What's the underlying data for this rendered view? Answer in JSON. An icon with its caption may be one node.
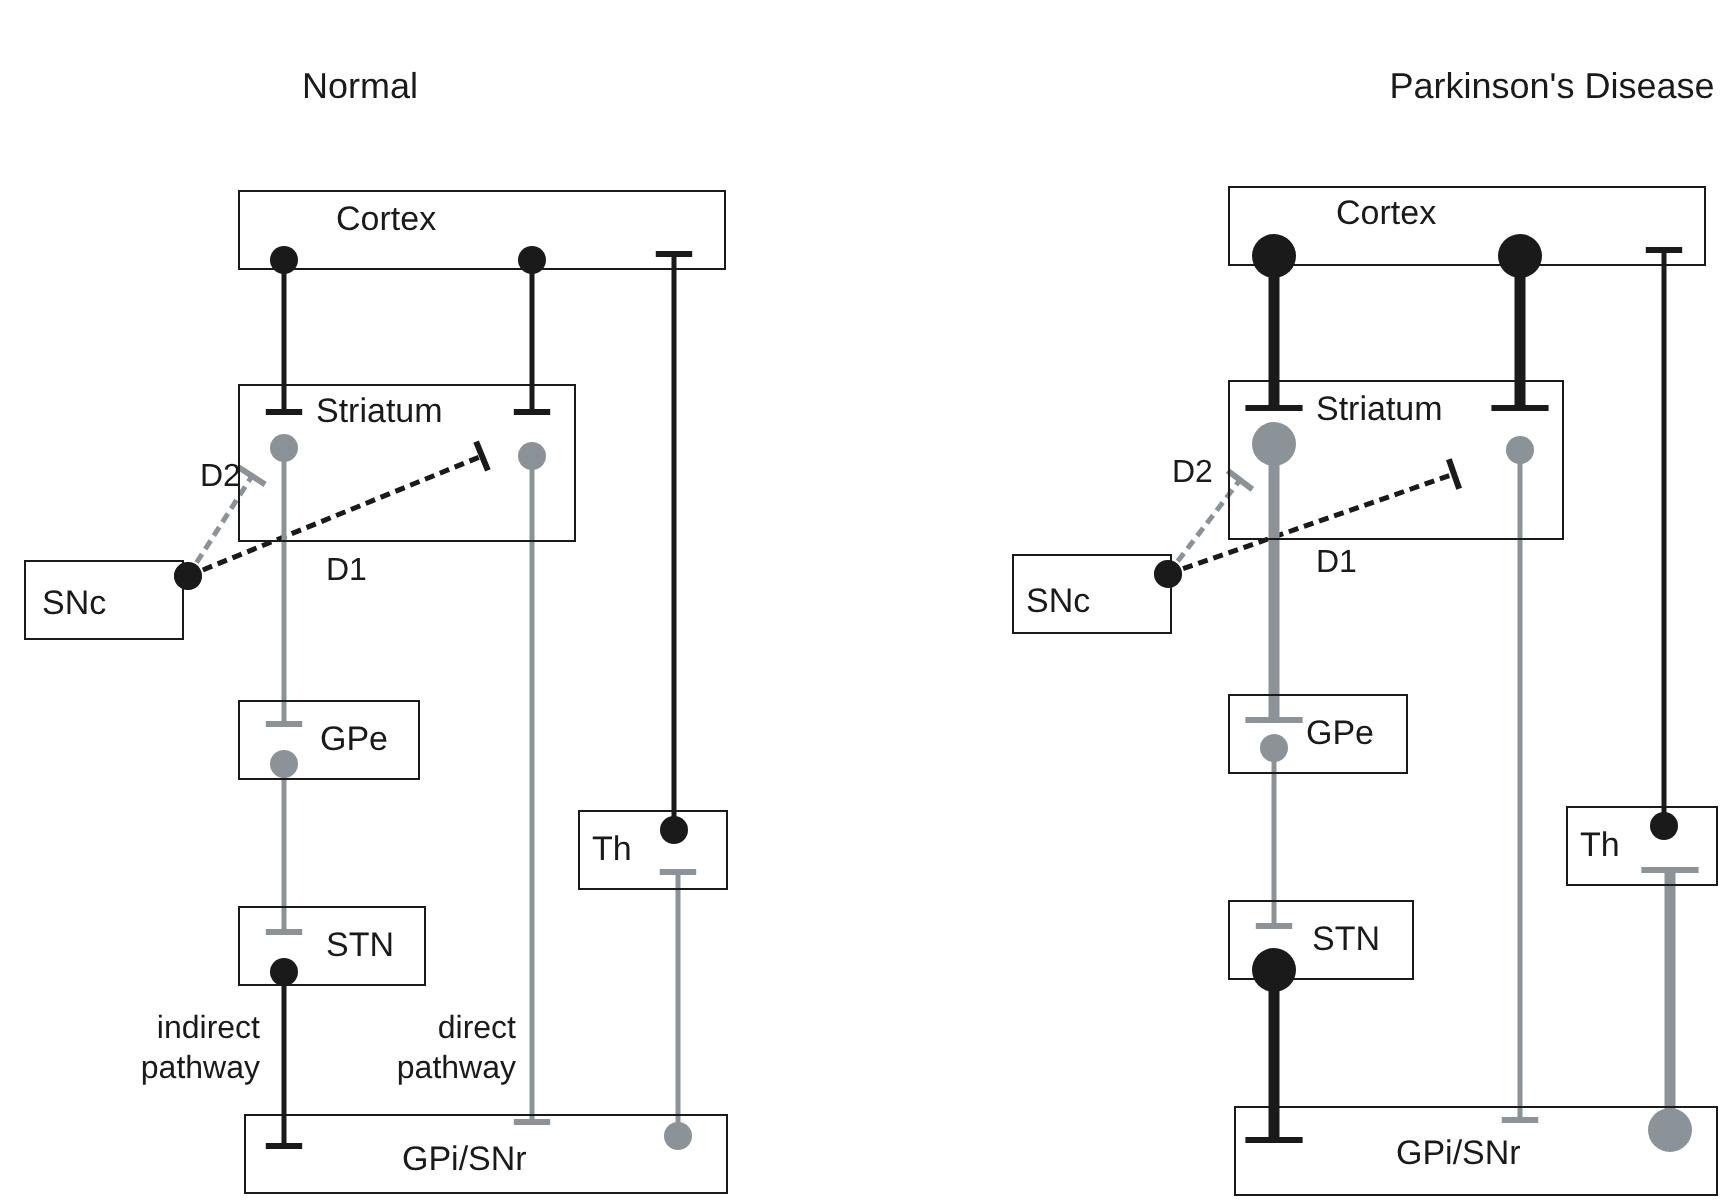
{
  "diagram": {
    "nodes": [
      {
        "text": [
          "Cortex"
        ]
      },
      {
        "text": [
          "Striatum"
        ]
      },
      {
        "text": [
          "SNc"
        ]
      },
      {
        "text": [
          "GPe"
        ]
      },
      {
        "text": [
          "STN"
        ]
      },
      {
        "text": [
          "Th"
        ]
      },
      {
        "text": [
          "GPi/SNr"
        ]
      },
      {
        "text": [
          "Cortex"
        ]
      },
      {
        "text": [
          "Striatum"
        ]
      },
      {
        "text": [
          "SNc"
        ]
      },
      {
        "text": [
          "GPe"
        ]
      },
      {
        "text": [
          "STN"
        ]
      },
      {
        "text": [
          "Th"
        ]
      },
      {
        "text": [
          "GPi/SNr"
        ]
      }
    ],
    "edges": [
      {
        "from": 0,
        "to": 1,
        "arrow": "other"
      },
      {
        "from": 0,
        "to": 1,
        "arrow": "other"
      },
      {
        "from": 5,
        "to": 0,
        "arrow": "other"
      },
      {
        "from": 2,
        "to": 1,
        "arrow": "other",
        "style": "dashed",
        "color": "#8b9399",
        "label": "D2"
      },
      {
        "from": 2,
        "to": 1,
        "arrow": "other",
        "style": "dashed",
        "label": "D1"
      },
      {
        "from": 1,
        "to": 3,
        "arrow": "other",
        "color": "#8b9399"
      },
      {
        "from": 1,
        "to": 6,
        "arrow": "other",
        "color": "#8b9399",
        "label": "direct pathway"
      },
      {
        "from": 3,
        "to": 4,
        "arrow": "other",
        "color": "#8b9399"
      },
      {
        "from": 4,
        "to": 6,
        "arrow": "other",
        "label": "indirect pathway"
      },
      {
        "from": 6,
        "to": 5,
        "arrow": "other",
        "color": "#8b9399"
      },
      {
        "from": 7,
        "to": 8,
        "arrow": "other",
        "style": "thick"
      },
      {
        "from": 7,
        "to": 8,
        "arrow": "other",
        "style": "thick"
      },
      {
        "from": 12,
        "to": 7,
        "arrow": "other"
      },
      {
        "from": 9,
        "to": 8,
        "arrow": "other",
        "style": "dashed",
        "color": "#8b9399",
        "label": "D2"
      },
      {
        "from": 9,
        "to": 8,
        "arrow": "other",
        "style": "dashed",
        "label": "D1"
      },
      {
        "from": 8,
        "to": 10,
        "arrow": "other",
        "style": "thick",
        "color": "#8b9399"
      },
      {
        "from": 8,
        "to": 13,
        "arrow": "other",
        "color": "#8b9399"
      },
      {
        "from": 10,
        "to": 11,
        "arrow": "other",
        "color": "#8b9399"
      },
      {
        "from": 11,
        "to": 13,
        "arrow": "other",
        "style": "thick"
      },
      {
        "from": 13,
        "to": 12,
        "arrow": "other",
        "style": "thick",
        "color": "#8b9399"
      }
    ],
    "labels": [
      "Normal",
      "Parkinson's Disease"
    ]
  }
}
